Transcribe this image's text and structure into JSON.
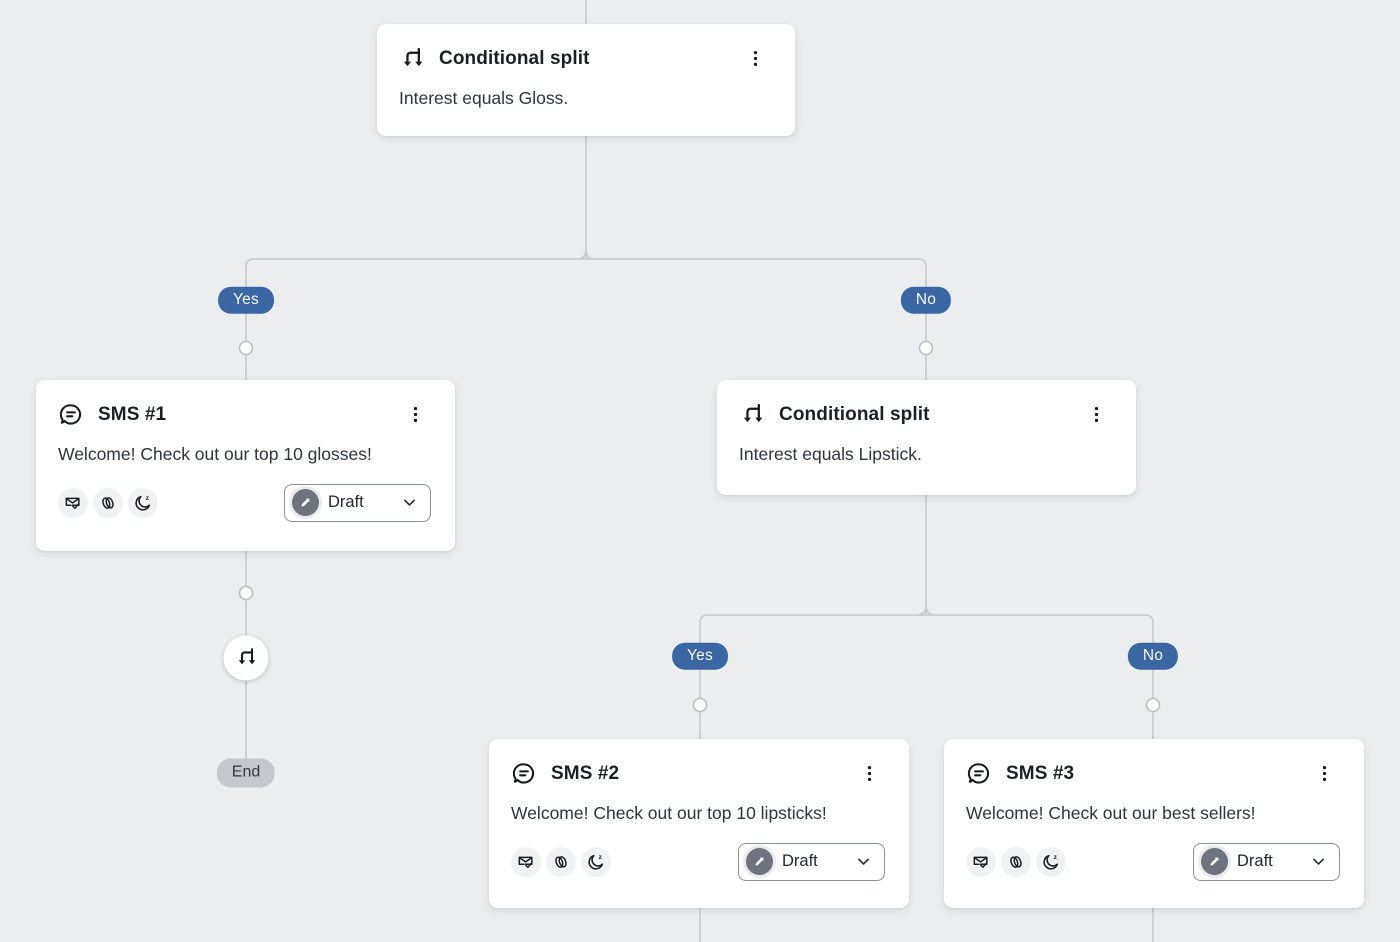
{
  "canvas": {
    "background_color": "#ebedee",
    "connector_color": "#c6c9cc",
    "accent_blue": "#3a67a4"
  },
  "branches": {
    "split1": {
      "yes": "Yes",
      "no": "No"
    },
    "split2": {
      "yes": "Yes",
      "no": "No"
    }
  },
  "end_label": "End",
  "nodes": {
    "split1": {
      "title": "Conditional split",
      "condition": "Interest equals Gloss."
    },
    "split2": {
      "title": "Conditional split",
      "condition": "Interest equals Lipstick."
    },
    "sms1": {
      "title": "SMS #1",
      "message": "Welcome! Check out our top 10 glosses!",
      "status": "Draft"
    },
    "sms2": {
      "title": "SMS #2",
      "message": "Welcome! Check out our top 10 lipsticks!",
      "status": "Draft"
    },
    "sms3": {
      "title": "SMS #3",
      "message": "Welcome! Check out our best sellers!",
      "status": "Draft"
    }
  },
  "icons": {
    "split": "split-arrows-icon",
    "sms": "chat-bubble-icon",
    "kebab": "kebab-menu-icon",
    "email_check": "email-check-icon",
    "smart_sending": "smart-sending-loop-icon",
    "quiet_hours": "quiet-hours-moon-icon",
    "draft_pencil": "draft-pencil-icon",
    "chevron": "chevron-down-icon"
  }
}
